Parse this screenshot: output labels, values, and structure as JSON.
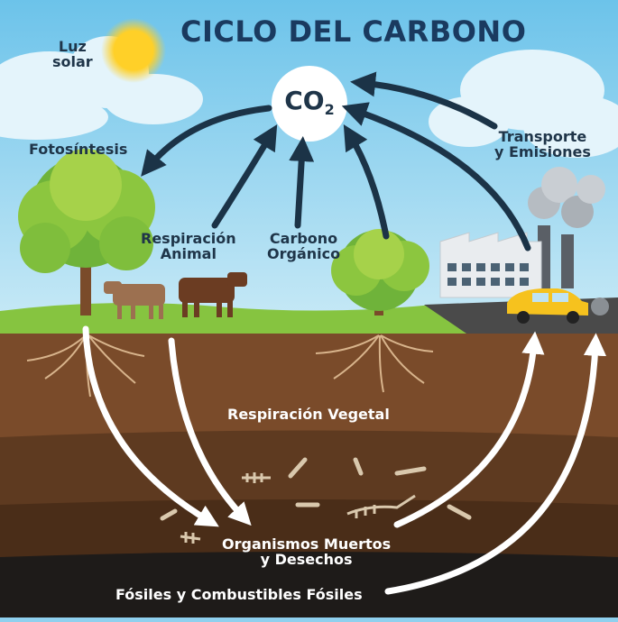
{
  "title": "CICLO DEL CARBONO",
  "co2": {
    "main": "CO",
    "sub": "2"
  },
  "labels": {
    "sunlight_l1": "Luz",
    "sunlight_l2": "solar",
    "photosynthesis": "Fotosíntesis",
    "transport_l1": "Transporte",
    "transport_l2": "y Emisiones",
    "animal_resp_l1": "Respiración",
    "animal_resp_l2": "Animal",
    "organic_carbon_l1": "Carbono",
    "organic_carbon_l2": "Orgánico",
    "plant_resp": "Respiración Vegetal",
    "dead_l1": "Organismos Muertos",
    "dead_l2": "y Desechos",
    "fossils": "Fósiles y Combustibles Fósiles"
  },
  "colors": {
    "sky": "#8fd0ee",
    "grass": "#86c440",
    "soil_top": "#7a4b2a",
    "soil_mid": "#5e3a20",
    "soil_deep": "#4a2d18",
    "bedrock": "#1e1b19",
    "arrow_dark": "#1b3347",
    "arrow_white": "#ffffff",
    "sun": "#ffd028"
  }
}
